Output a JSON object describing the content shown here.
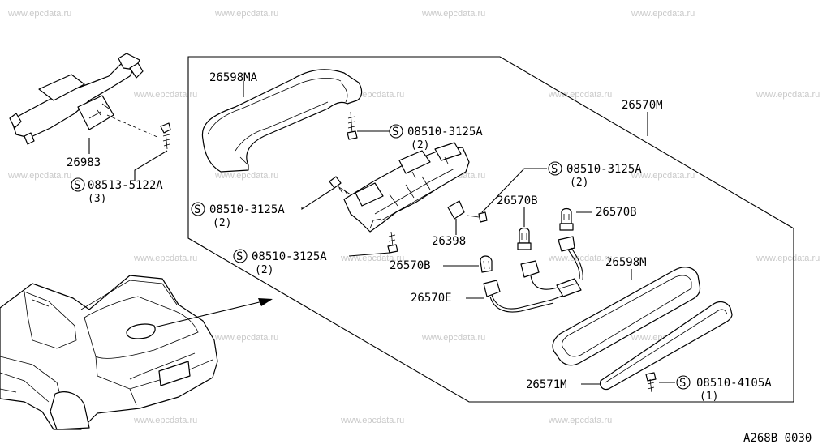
{
  "watermark": "www.epcdata.ru",
  "figure_code": "A268B 0030",
  "parts": {
    "p26598MA": "26598MA",
    "p26570M": "26570M",
    "p26983": "26983",
    "p26570B_a": "26570B",
    "p26570B_b": "26570B",
    "p26570B_c": "26570B",
    "p26398": "26398",
    "p26570E": "26570E",
    "p26598M": "26598M",
    "p26571M": "26571M"
  },
  "screws": [
    {
      "symbol": "S",
      "code": "08510-3125A",
      "qty": "(2)"
    },
    {
      "symbol": "S",
      "code": "08513-5122A",
      "qty": "(3)"
    },
    {
      "symbol": "S",
      "code": "08510-3125A",
      "qty": "(2)"
    },
    {
      "symbol": "S",
      "code": "08510-3125A",
      "qty": "(2)"
    },
    {
      "symbol": "S",
      "code": "08510-3125A",
      "qty": "(2)"
    },
    {
      "symbol": "S",
      "code": "08510-4105A",
      "qty": "(1)"
    }
  ]
}
